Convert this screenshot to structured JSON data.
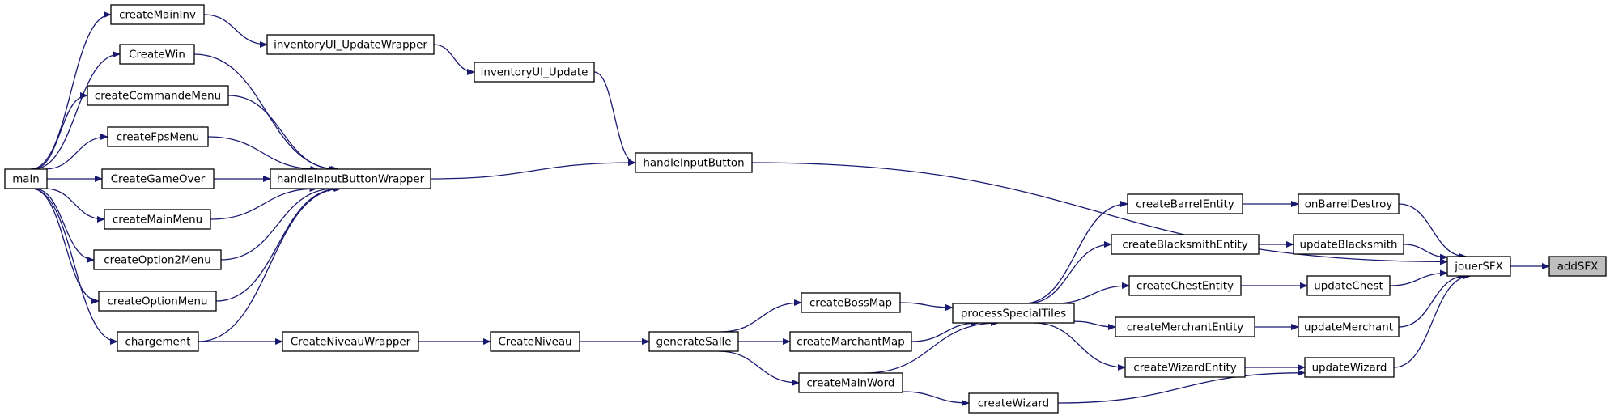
{
  "diagram": {
    "type": "call-graph",
    "colors": {
      "edge": "#191970",
      "node_fill": "#ffffff",
      "node_border": "#000000",
      "focus_fill": "#bfbfbf"
    },
    "nodes": [
      {
        "id": "main",
        "label": "main"
      },
      {
        "id": "createMainInv",
        "label": "createMainInv"
      },
      {
        "id": "CreateWin",
        "label": "CreateWin"
      },
      {
        "id": "createCommandeMenu",
        "label": "createCommandeMenu"
      },
      {
        "id": "createFpsMenu",
        "label": "createFpsMenu"
      },
      {
        "id": "CreateGameOver",
        "label": "CreateGameOver"
      },
      {
        "id": "createMainMenu",
        "label": "createMainMenu"
      },
      {
        "id": "createOption2Menu",
        "label": "createOption2Menu"
      },
      {
        "id": "createOptionMenu",
        "label": "createOptionMenu"
      },
      {
        "id": "chargement",
        "label": "chargement"
      },
      {
        "id": "inventoryUI_UpdateWrapper",
        "label": "inventoryUI_UpdateWrapper"
      },
      {
        "id": "handleInputButtonWrapper",
        "label": "handleInputButtonWrapper"
      },
      {
        "id": "CreateNiveauWrapper",
        "label": "CreateNiveauWrapper"
      },
      {
        "id": "inventoryUI_Update",
        "label": "inventoryUI_Update"
      },
      {
        "id": "CreateNiveau",
        "label": "CreateNiveau"
      },
      {
        "id": "handleInputButton",
        "label": "handleInputButton"
      },
      {
        "id": "generateSalle",
        "label": "generateSalle"
      },
      {
        "id": "createBossMap",
        "label": "createBossMap"
      },
      {
        "id": "createMarchantMap",
        "label": "createMarchantMap"
      },
      {
        "id": "createMainWord",
        "label": "createMainWord"
      },
      {
        "id": "processSpecialTiles",
        "label": "processSpecialTiles"
      },
      {
        "id": "createWizard",
        "label": "createWizard"
      },
      {
        "id": "createBarrelEntity",
        "label": "createBarrelEntity"
      },
      {
        "id": "createBlacksmithEntity",
        "label": "createBlacksmithEntity"
      },
      {
        "id": "createChestEntity",
        "label": "createChestEntity"
      },
      {
        "id": "createMerchantEntity",
        "label": "createMerchantEntity"
      },
      {
        "id": "createWizardEntity",
        "label": "createWizardEntity"
      },
      {
        "id": "onBarrelDestroy",
        "label": "onBarrelDestroy"
      },
      {
        "id": "updateBlacksmith",
        "label": "updateBlacksmith"
      },
      {
        "id": "updateChest",
        "label": "updateChest"
      },
      {
        "id": "updateMerchant",
        "label": "updateMerchant"
      },
      {
        "id": "updateWizard",
        "label": "updateWizard"
      },
      {
        "id": "jouerSFX",
        "label": "jouerSFX"
      },
      {
        "id": "addSFX",
        "label": "addSFX",
        "focus": true
      }
    ],
    "edges": [
      [
        "main",
        "createMainInv"
      ],
      [
        "main",
        "CreateWin"
      ],
      [
        "main",
        "createCommandeMenu"
      ],
      [
        "main",
        "createFpsMenu"
      ],
      [
        "main",
        "CreateGameOver"
      ],
      [
        "main",
        "createMainMenu"
      ],
      [
        "main",
        "createOption2Menu"
      ],
      [
        "main",
        "createOptionMenu"
      ],
      [
        "main",
        "chargement"
      ],
      [
        "createMainInv",
        "inventoryUI_UpdateWrapper"
      ],
      [
        "CreateWin",
        "handleInputButtonWrapper"
      ],
      [
        "createCommandeMenu",
        "handleInputButtonWrapper"
      ],
      [
        "createFpsMenu",
        "handleInputButtonWrapper"
      ],
      [
        "CreateGameOver",
        "handleInputButtonWrapper"
      ],
      [
        "createMainMenu",
        "handleInputButtonWrapper"
      ],
      [
        "createOption2Menu",
        "handleInputButtonWrapper"
      ],
      [
        "createOptionMenu",
        "handleInputButtonWrapper"
      ],
      [
        "chargement",
        "handleInputButtonWrapper"
      ],
      [
        "chargement",
        "CreateNiveauWrapper"
      ],
      [
        "inventoryUI_UpdateWrapper",
        "inventoryUI_Update"
      ],
      [
        "inventoryUI_Update",
        "handleInputButton"
      ],
      [
        "handleInputButtonWrapper",
        "handleInputButton"
      ],
      [
        "handleInputButton",
        "jouerSFX"
      ],
      [
        "CreateNiveauWrapper",
        "CreateNiveau"
      ],
      [
        "CreateNiveau",
        "generateSalle"
      ],
      [
        "generateSalle",
        "createBossMap"
      ],
      [
        "generateSalle",
        "createMarchantMap"
      ],
      [
        "generateSalle",
        "createMainWord"
      ],
      [
        "createBossMap",
        "processSpecialTiles"
      ],
      [
        "createMarchantMap",
        "processSpecialTiles"
      ],
      [
        "createMainWord",
        "processSpecialTiles"
      ],
      [
        "createMainWord",
        "createWizard"
      ],
      [
        "processSpecialTiles",
        "createBarrelEntity"
      ],
      [
        "processSpecialTiles",
        "createBlacksmithEntity"
      ],
      [
        "processSpecialTiles",
        "createChestEntity"
      ],
      [
        "processSpecialTiles",
        "createMerchantEntity"
      ],
      [
        "processSpecialTiles",
        "createWizardEntity"
      ],
      [
        "createBarrelEntity",
        "onBarrelDestroy"
      ],
      [
        "createBlacksmithEntity",
        "updateBlacksmith"
      ],
      [
        "createChestEntity",
        "updateChest"
      ],
      [
        "createMerchantEntity",
        "updateMerchant"
      ],
      [
        "createWizardEntity",
        "updateWizard"
      ],
      [
        "createWizard",
        "updateWizard"
      ],
      [
        "onBarrelDestroy",
        "jouerSFX"
      ],
      [
        "updateBlacksmith",
        "jouerSFX"
      ],
      [
        "updateChest",
        "jouerSFX"
      ],
      [
        "updateMerchant",
        "jouerSFX"
      ],
      [
        "updateWizard",
        "jouerSFX"
      ],
      [
        "jouerSFX",
        "addSFX"
      ]
    ]
  }
}
